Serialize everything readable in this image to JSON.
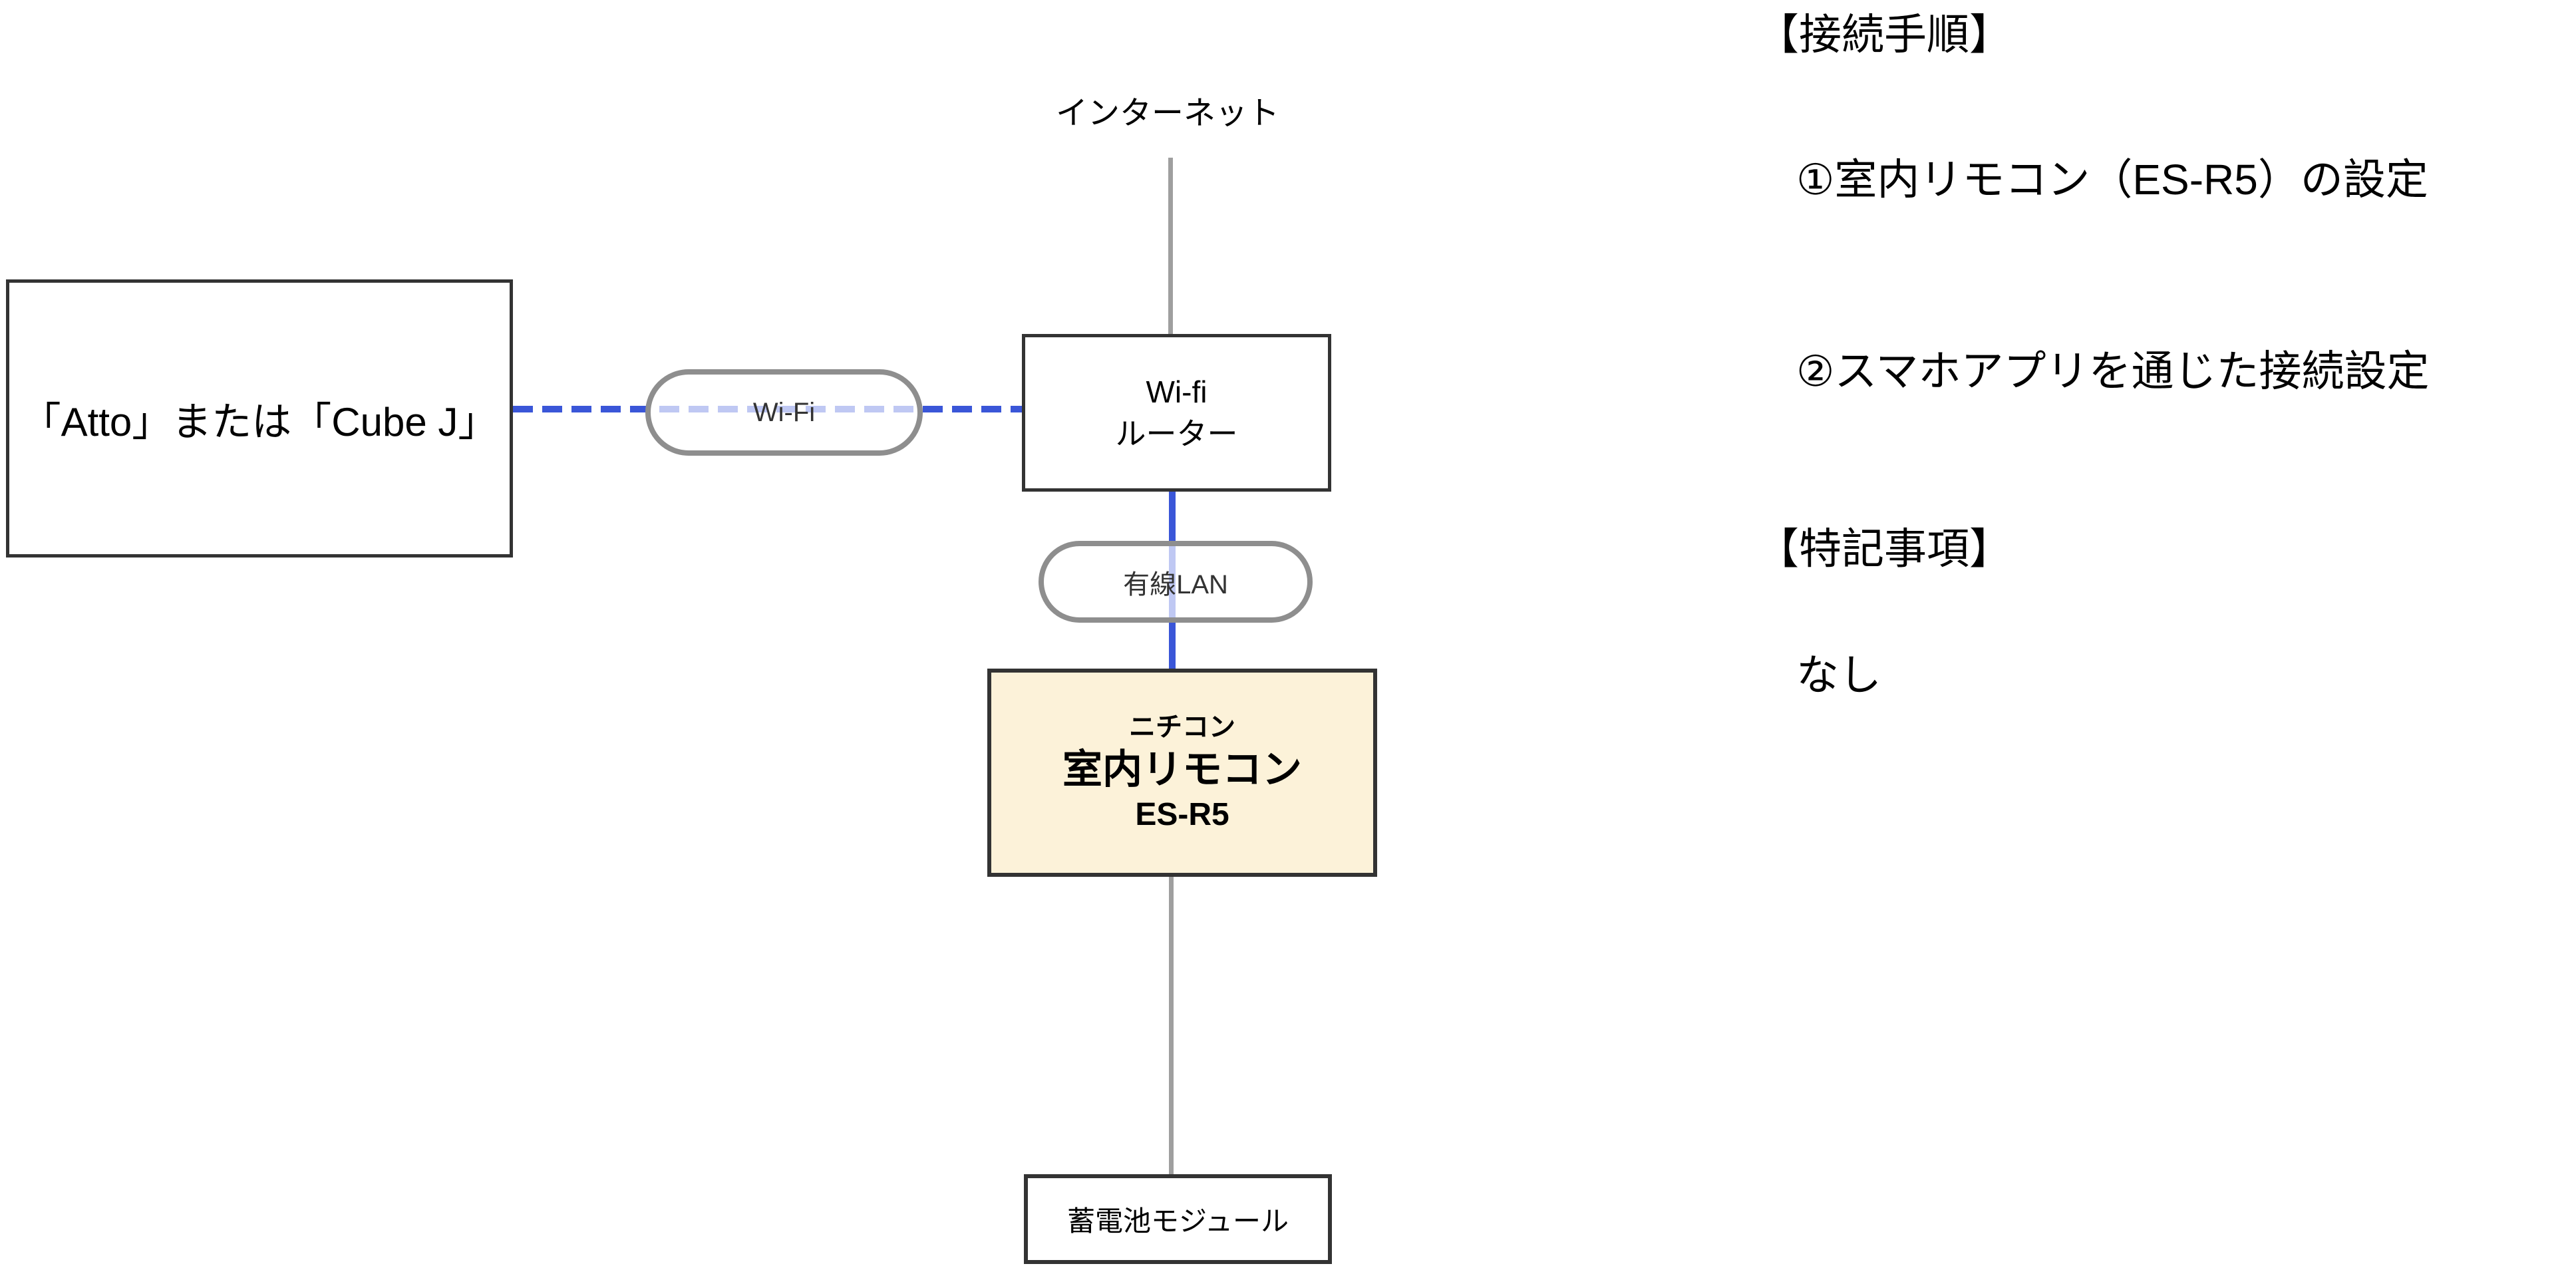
{
  "diagram": {
    "internet_label": "インターネット",
    "device_box": {
      "label": "「Atto」または「Cube J」"
    },
    "wifi_link_pill": {
      "label": "Wi-Fi"
    },
    "router_box": {
      "line1": "Wi-fi",
      "line2": "ルーター"
    },
    "wired_lan_pill": {
      "label": "有線LAN"
    },
    "remote_box": {
      "maker": "ニチコン",
      "name": "室内リモコン",
      "model": "ES-R5"
    },
    "battery_box": {
      "label": "蓄電池モジュール"
    },
    "colors": {
      "link_blue": "#3a56d8",
      "connector_gray": "#9f9f9f",
      "pill_border_gray": "#8e8e8e",
      "box_border": "#333333",
      "remote_box_fill": "#fcf2d9"
    }
  },
  "notes": {
    "procedure": {
      "heading": "【接続手順】",
      "items": [
        "①室内リモコン（ES-R5）の設定",
        "②スマホアプリを通じた接続設定"
      ]
    },
    "special": {
      "heading": "【特記事項】",
      "items": [
        "なし"
      ]
    }
  }
}
